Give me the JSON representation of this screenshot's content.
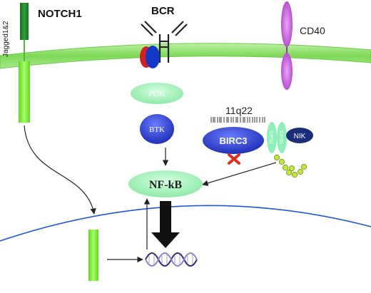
{
  "labels": {
    "notch1": "NOTCH1",
    "jagged": "Jagged1&2",
    "bcr": "BCR",
    "cd40": "CD40",
    "pi3k": "PI3K",
    "btk": "BTK",
    "locus": "11q22",
    "birc3": "BIRC3",
    "traf2": "TRAF2",
    "traf3": "TRAF3",
    "nik": "NIK",
    "nfkb": "NF-kB"
  },
  "colors": {
    "membrane": "#7ed957",
    "membrane_dark": "#5bbf3a",
    "notch_dark": "#1f8a2a",
    "notch_light": "#7ef23a",
    "cd40": "#c04fd8",
    "bcr_blue": "#1238c8",
    "bcr_red": "#d42020",
    "node_green": "#9ff5b5",
    "btk_blue": "#2a3fd4",
    "birc3_blue": "#2b3ed0",
    "traf": "#8ef0b8",
    "nik": "#1b2e7a",
    "inhibit": "#e0301c",
    "nucleus": "#2255dd",
    "dna_dark": "#3a2a7a",
    "dna_light": "#8e86c8",
    "ubiquitin": "#c8e63a"
  },
  "icons": {
    "bcr_receptor": "y-shaped-antibody-icon",
    "inhibition": "red-x-icon",
    "dna": "dna-helix-icon",
    "polyubiquitin": "ubiquitin-chain-icon",
    "gene_locus": "barcode-locus-icon"
  }
}
